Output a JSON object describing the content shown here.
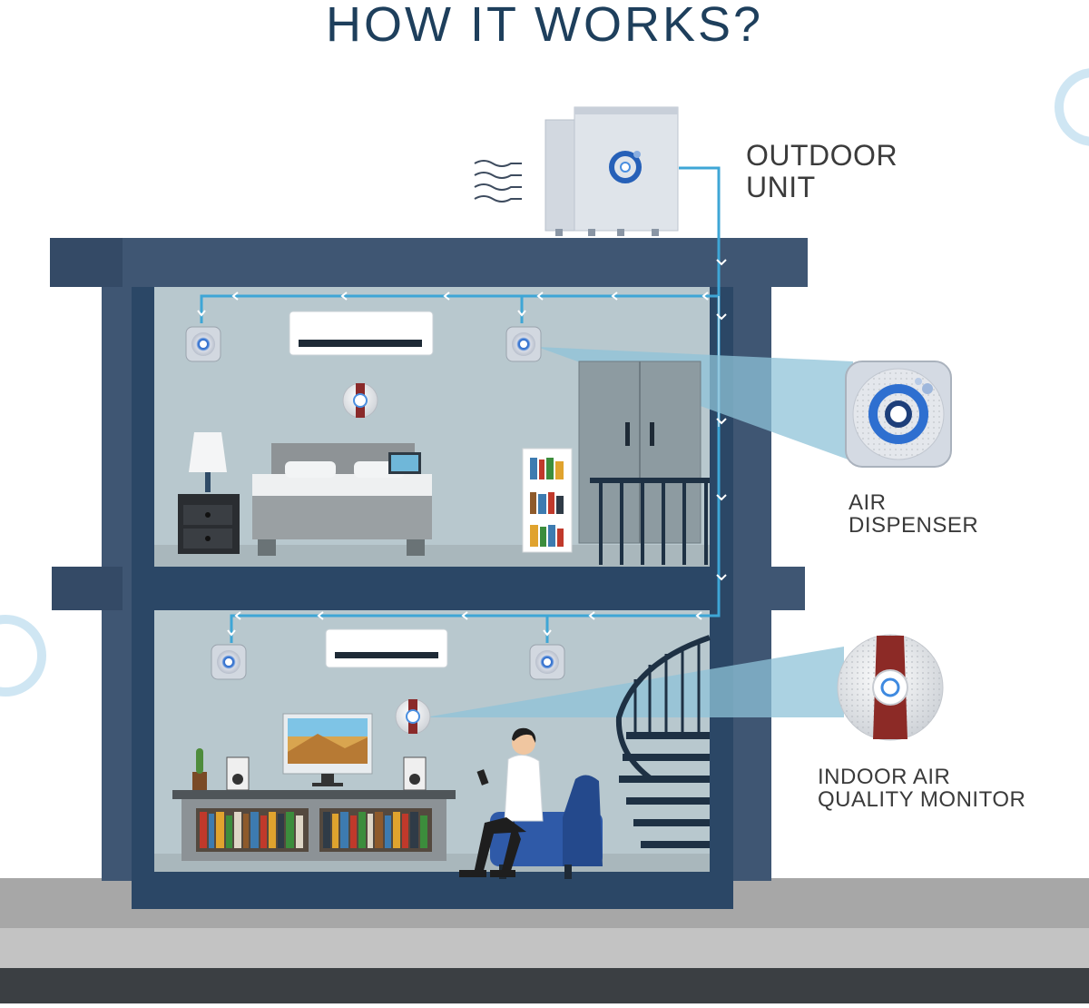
{
  "title": "HOW IT WORKS?",
  "labels": {
    "outdoor_unit": [
      "OUTDOOR",
      "UNIT"
    ],
    "air_dispenser": [
      "AIR",
      "DISPENSER"
    ],
    "indoor_monitor": [
      "INDOOR AIR",
      "QUALITY MONITOR"
    ]
  },
  "colors": {
    "title": "#1e3f5c",
    "building_outer": "#3f5673",
    "building_frame": "#2b4766",
    "room_fill": "#b7c7cd",
    "duct": "#3ea6d6",
    "beam": "#8fc3d8",
    "ground": "#a9a9a9",
    "road": "#3b3f43"
  },
  "components": [
    {
      "name": "outdoor-unit",
      "icon": "air-purifier-unit-icon"
    },
    {
      "name": "air-dispenser",
      "icon": "air-dispenser-icon"
    },
    {
      "name": "indoor-air-quality-monitor",
      "icon": "air-quality-monitor-icon"
    }
  ]
}
